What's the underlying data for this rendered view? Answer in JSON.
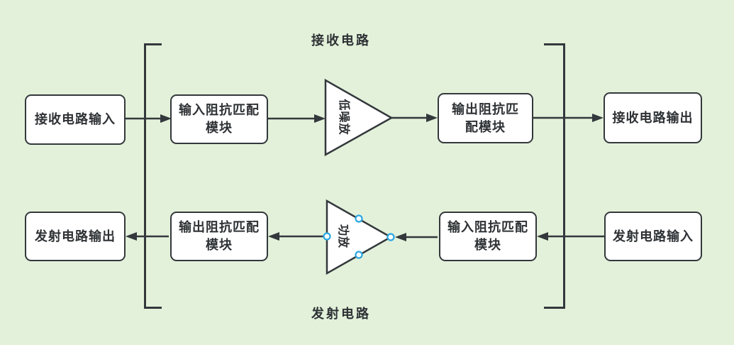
{
  "labels": {
    "top": "接收电路",
    "bottom": "发射电路"
  },
  "boxes": {
    "rx_input": "接收电路输入",
    "rx_in_match": "输入阻抗匹配\n模块",
    "rx_lna": "低噪放",
    "rx_out_match": "输出阻抗匹\n配模块",
    "rx_output": "接收电路输出",
    "tx_output": "发射电路输出",
    "tx_out_match": "输出阻抗匹配\n模块",
    "tx_pa": "功放",
    "tx_in_match": "输入阻抗匹配\n模块",
    "tx_input": "发射电路输入"
  },
  "colors": {
    "background": "#e3f1da",
    "stroke": "#33383c",
    "box_fill": "#ffffff",
    "text": "#2e3235",
    "handle": "#2aa7e2",
    "handle_fill": "#ffffff"
  }
}
